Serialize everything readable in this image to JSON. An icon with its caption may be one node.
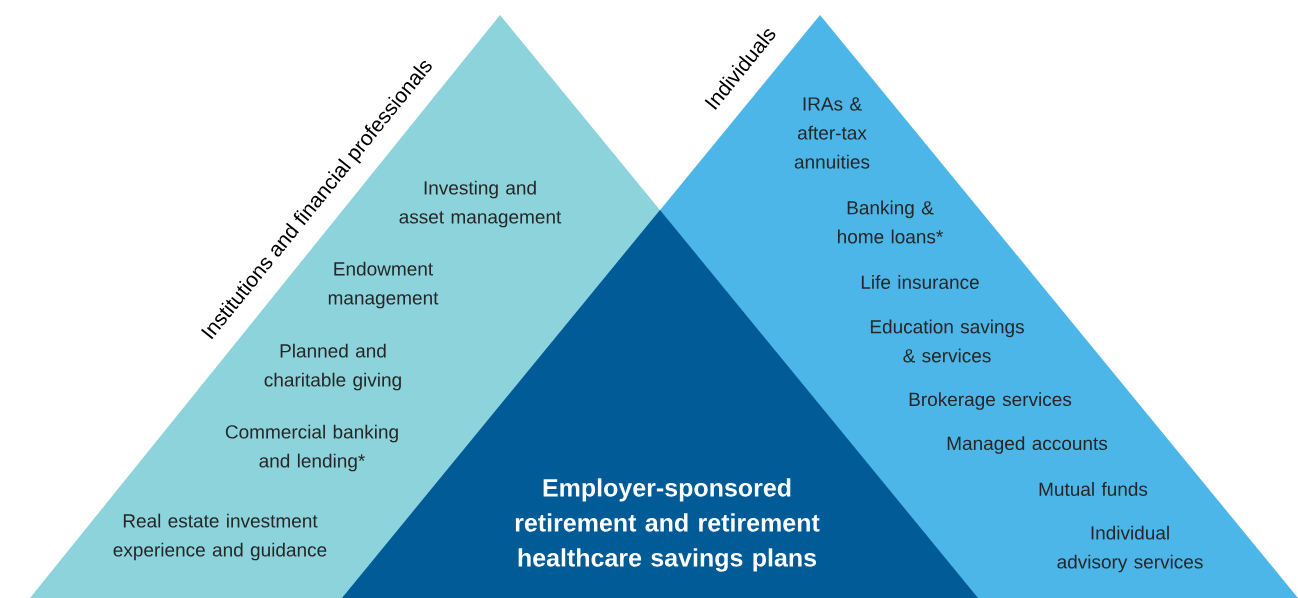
{
  "diagram": {
    "nodes": [
      {
        "text": [
          "Institutions and financial professionals",
          "Investing and asset management",
          "Endowment management",
          "Planned and charitable giving",
          "Commercial banking and lending*",
          "Real estate investment experience and guidance"
        ]
      },
      {
        "text": [
          "Individuals",
          "IRAs & after-tax annuities",
          "Banking & home loans*",
          "Life insurance",
          "Education savings & services",
          "Brokerage services",
          "Managed accounts",
          "Mutual funds",
          "Individual advisory services"
        ]
      },
      {
        "text": [
          "Employer-sponsored retirement and retirement healthcare savings plans"
        ]
      }
    ],
    "edges": []
  }
}
